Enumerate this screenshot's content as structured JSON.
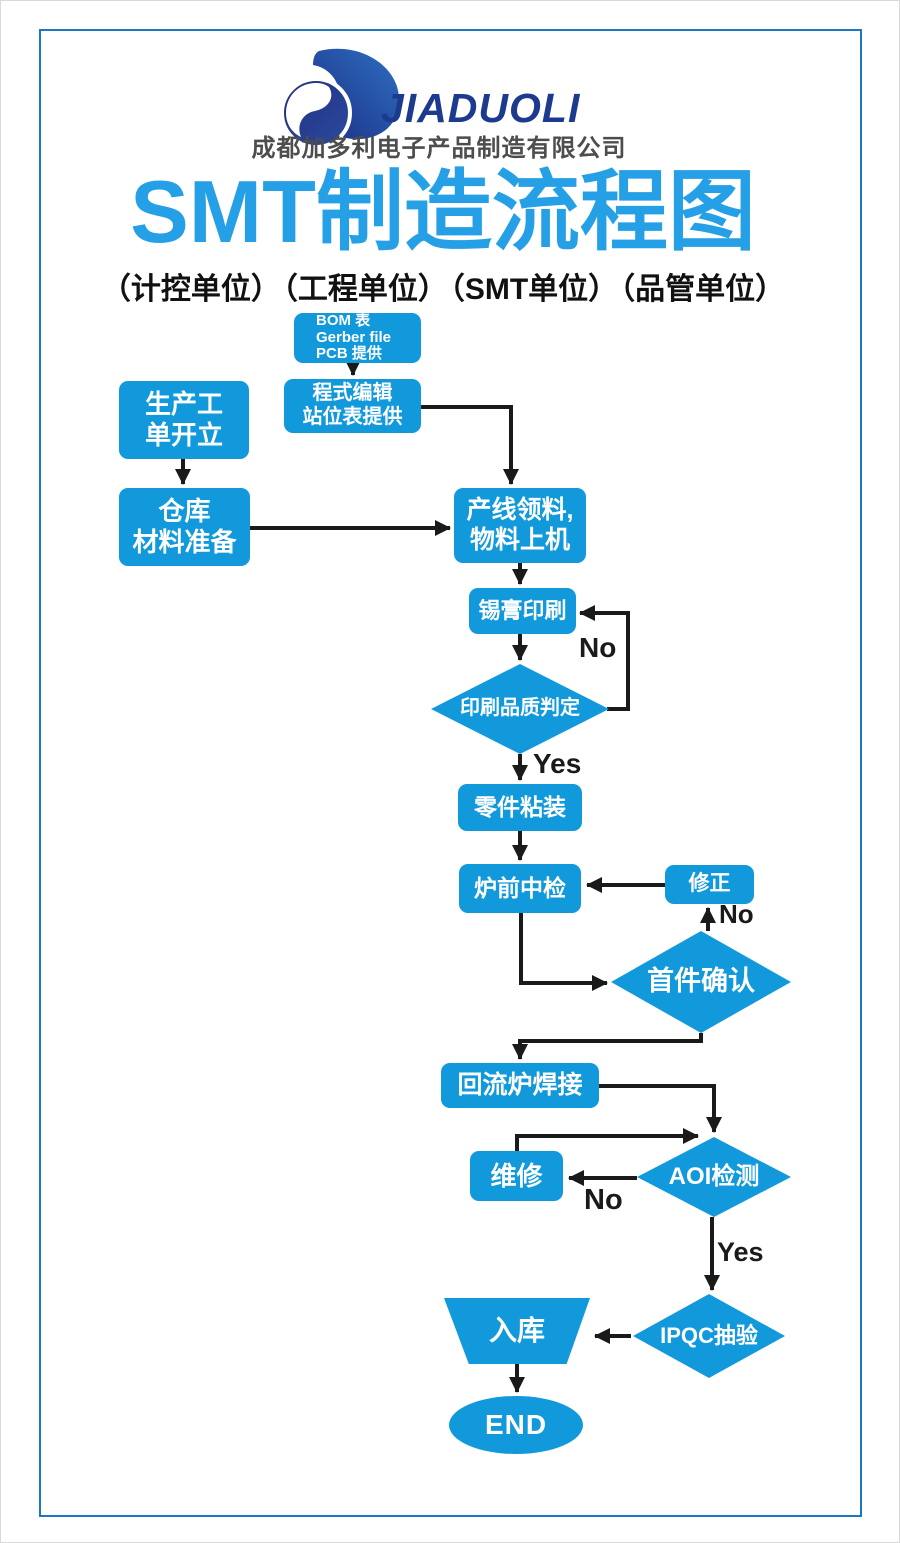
{
  "header": {
    "logo_text": "JIADUOLI",
    "company_name": "成都加多利电子产品制造有限公司",
    "title": "SMT制造流程图",
    "units": [
      "（计控单位）",
      "（工程单位）",
      "（SMT单位）",
      "（品管单位）"
    ]
  },
  "flow": {
    "nodes": {
      "bom": [
        "BOM 表",
        "Gerber file",
        "PCB 提供"
      ],
      "program_edit": [
        "程式编辑",
        "站位表提供"
      ],
      "production_order": [
        "生产工",
        "单开立"
      ],
      "warehouse_prep": [
        "仓库",
        "材料准备"
      ],
      "line_material": [
        "产线领料,",
        "物料上机"
      ],
      "solder_paste_print": "锡膏印刷",
      "print_quality_check": "印刷品质判定",
      "component_mount": "零件粘装",
      "pre_oven_check": "炉前中检",
      "correction": "修正",
      "first_article_confirm": "首件确认",
      "reflow_soldering": "回流炉焊接",
      "repair": "维修",
      "aoi_inspection": "AOI检测",
      "ipqc_sampling": "IPQC抽验",
      "warehousing": "入库",
      "end": "END"
    },
    "edge_labels": {
      "print_no": "No",
      "print_yes": "Yes",
      "first_article_no": "No",
      "aoi_no": "No",
      "aoi_yes": "Yes"
    }
  },
  "colors": {
    "shape-blue": "#1199dc",
    "title-blue": "#25a0e6",
    "arrow-black": "#1a1a1a",
    "logo-navy": "#1c3a8e",
    "company-gray": "#4d4d4d",
    "frame-blue": "#1d77c2"
  }
}
